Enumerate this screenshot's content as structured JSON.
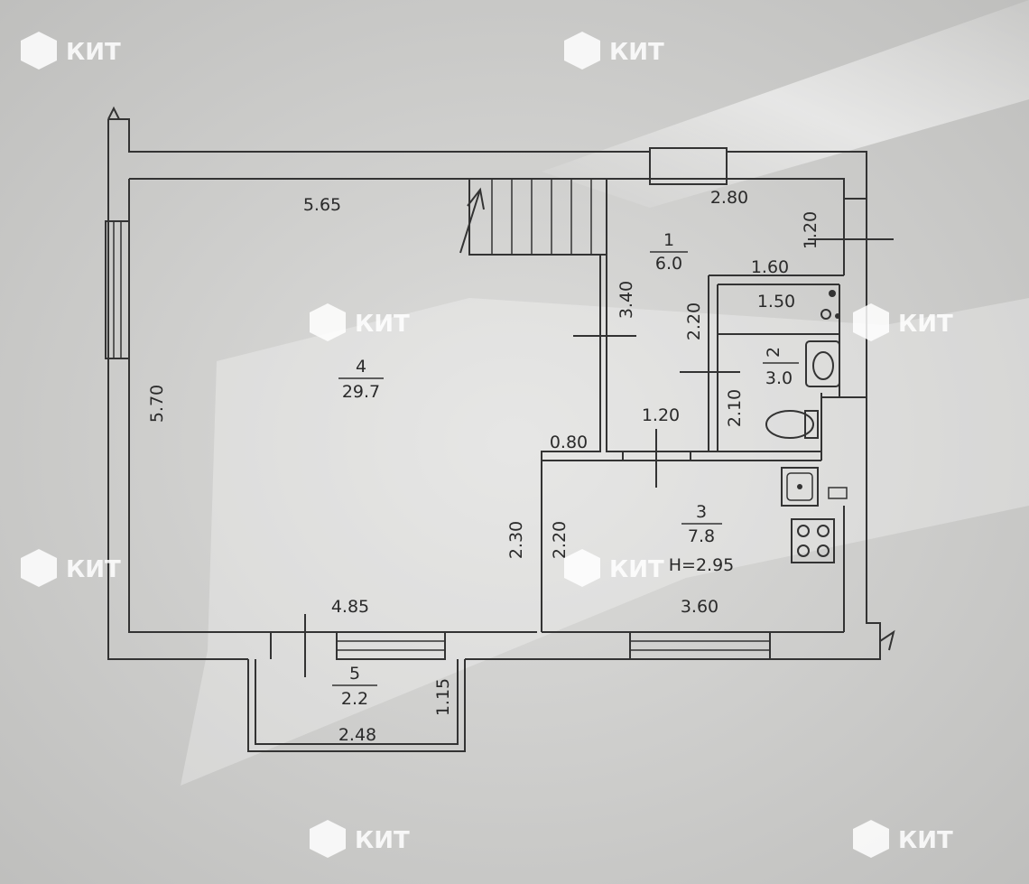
{
  "watermark": {
    "brand": "КИТ",
    "icon": "kit-logo-icon",
    "color": "#ffffff"
  },
  "rooms": [
    {
      "id": "1",
      "area": "6.0"
    },
    {
      "id": "2",
      "area": "3.0"
    },
    {
      "id": "3",
      "area": "7.8",
      "height_label": "H=2.95"
    },
    {
      "id": "4",
      "area": "29.7"
    },
    {
      "id": "5",
      "area": "2.2"
    }
  ],
  "dimensions": {
    "top_left": "5.65",
    "top_right": "2.80",
    "right_top": "1.20",
    "hall_wall": "3.40",
    "bath_width": "1.60",
    "bath_inner": "1.50",
    "bath_height": "2.20",
    "wc_height": "2.10",
    "hall_door": "1.20",
    "step": "0.80",
    "left": "5.70",
    "living_right": "2.30",
    "kitchen_left": "2.20",
    "bottom_left": "4.85",
    "bottom_right": "3.60",
    "balcony_width": "2.48",
    "balcony_depth": "1.15"
  }
}
